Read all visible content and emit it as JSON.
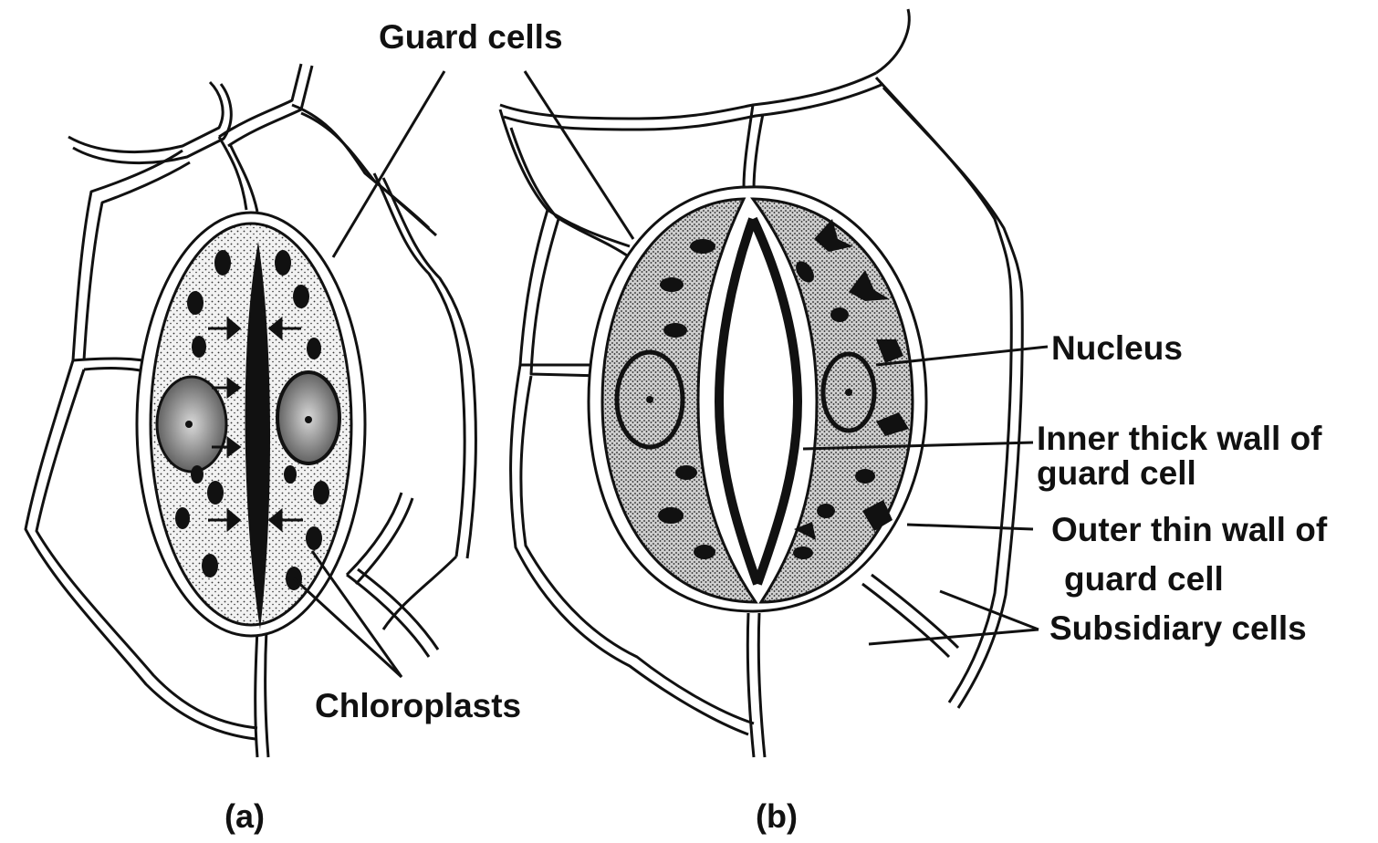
{
  "labels": {
    "guard_cells": "Guard cells",
    "chloroplasts": "Chloroplasts",
    "nucleus": "Nucleus",
    "inner_wall_line1": "Inner thick wall of",
    "inner_wall_line2": "guard cell",
    "outer_wall_line1": "Outer thin wall of",
    "outer_wall_line2": "guard cell",
    "subsidiary_cells": "Subsidiary cells",
    "panel_a": "(a)",
    "panel_b": "(b)"
  },
  "colors": {
    "ink": "#111111",
    "cell_fill": "#e6e6e6",
    "background": "#ffffff"
  }
}
